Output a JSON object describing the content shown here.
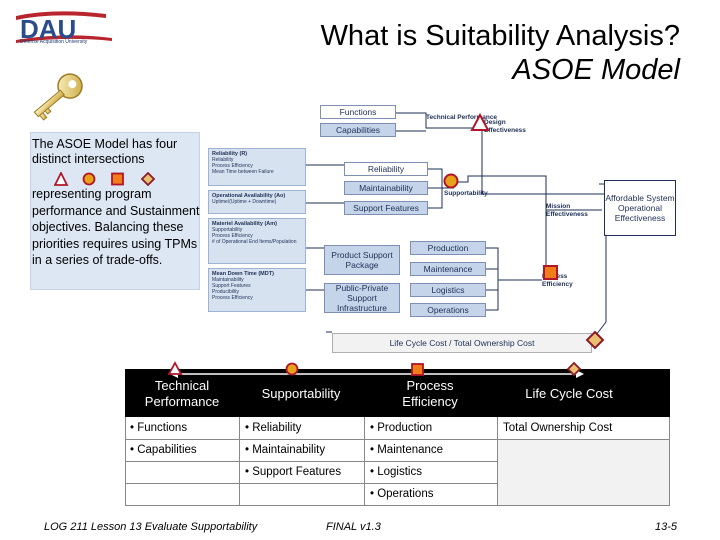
{
  "header": {
    "logo_text": "DAU",
    "logo_subtext": "Defense Acquisition University",
    "title_line1": "What is Suitability Analysis?",
    "title_line2": "ASOE Model"
  },
  "callout": {
    "line1": "The ASOE Model has four distinct intersections",
    "line2": "representing program performance and Sustainment objectives. Balancing these priorities requires using TPMs in a series of trade-offs."
  },
  "diagram": {
    "top_boxes": [
      "Functions",
      "Capabilities"
    ],
    "mid_boxes": [
      "Reliability",
      "Maintainability",
      "Support Features"
    ],
    "process_boxes": [
      "Production",
      "Maintenance",
      "Logistics",
      "Operations"
    ],
    "product_support_package": "Product Support Package",
    "public_private": "Public-Private Support Infrastructure",
    "affordable_system": "Affordable System Operational Effectiveness",
    "lcc_bar": "Life Cycle Cost / Total Ownership Cost",
    "labels": {
      "technical_performance": "Technical Performance",
      "design_effectiveness": "Design Effectiveness",
      "supportability": "Supportability",
      "mission_effectiveness": "Mission Effectiveness",
      "process_efficiency": "Process Efficiency"
    },
    "measures": {
      "reliability": {
        "title": "Reliability (R)",
        "items": [
          "Reliability",
          "Process Efficiency",
          "Mean Time between Failure"
        ]
      },
      "operational": {
        "title": "Operational Availability (Ao)",
        "items": [
          "Uptime/(Uptime + Downtime)"
        ]
      },
      "materiel": {
        "title": "Materiel Availability (Am)",
        "items": [
          "Supportability",
          "Process Efficiency",
          "# of Operational End Items/Population"
        ]
      },
      "mdt": {
        "title": "Mean Down Time (MDT)",
        "items": [
          "Maintainability",
          "Support Features",
          "Producibility",
          "Process Efficiency"
        ]
      }
    }
  },
  "table": {
    "headers": [
      "Technical Performance",
      "Supportability",
      "Process Efficiency",
      "Life Cycle Cost"
    ],
    "rows": [
      [
        "• Functions",
        "• Reliability",
        "• Production",
        "Total Ownership Cost"
      ],
      [
        "• Capabilities",
        "• Maintainability",
        "• Maintenance",
        ""
      ],
      [
        "",
        "• Support Features",
        "• Logistics",
        ""
      ],
      [
        "",
        "",
        "• Operations",
        ""
      ]
    ]
  },
  "footer": {
    "left": "LOG 211 Lesson 13 Evaluate Supportability",
    "middle": "FINAL v1.3",
    "right": "13-5"
  },
  "colors": {
    "triangle": "#b0152a",
    "circle": "#e8a21a",
    "square": "#f07c1a",
    "diamond": "#8b1a2a",
    "box_blue": "#c6d4ea",
    "callout_bg": "#dde7f3"
  },
  "icons": [
    "key-icon",
    "triangle-marker-icon",
    "circle-marker-icon",
    "square-marker-icon",
    "diamond-marker-icon"
  ]
}
